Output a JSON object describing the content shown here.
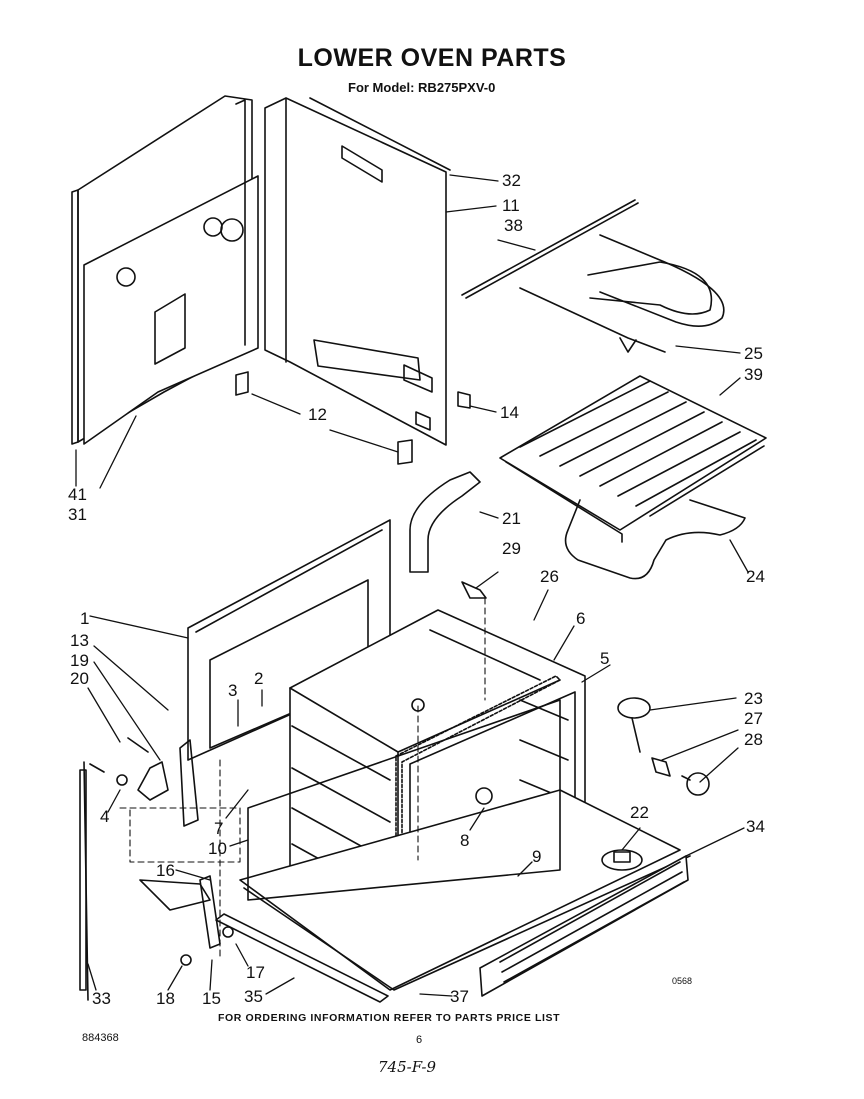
{
  "header": {
    "title": "LOWER OVEN PARTS",
    "subtitle": "For Model: RB275PXV-0"
  },
  "callouts": [
    "32",
    "11",
    "38",
    "25",
    "39",
    "12",
    "14",
    "41",
    "31",
    "21",
    "29",
    "24",
    "26",
    "6",
    "1",
    "13",
    "19",
    "20",
    "5",
    "3",
    "2",
    "23",
    "27",
    "28",
    "4",
    "7",
    "10",
    "8",
    "22",
    "34",
    "9",
    "16",
    "17",
    "33",
    "18",
    "15",
    "35",
    "37"
  ],
  "footer": {
    "note": "FOR ORDERING INFORMATION REFER TO PARTS PRICE LIST",
    "doc_number": "884368",
    "page_number": "6",
    "figure_code": "0568",
    "handwritten": "745-F-9"
  }
}
